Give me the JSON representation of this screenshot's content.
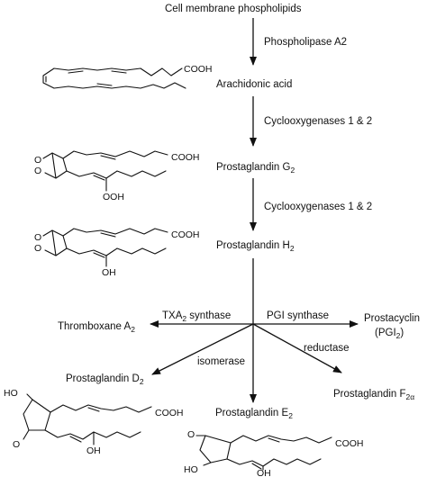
{
  "top": {
    "phospholipids": "Cell membrane phospholipids"
  },
  "steps": {
    "enzyme1": "Phospholipase A2",
    "enzyme2": "Cyclooxygenases 1 & 2",
    "enzyme3": "Cyclooxygenases 1 & 2"
  },
  "compounds": {
    "arachidonic_acid": "Arachidonic acid",
    "pgg2": {
      "text": "Prostaglandin G",
      "sub": "2"
    },
    "pgh2": {
      "text": "Prostaglandin H",
      "sub": "2"
    },
    "txa2": {
      "text": "Thromboxane A",
      "sub": "2"
    },
    "prostacyclin": {
      "line1": "Prostacyclin",
      "line2_pre": "(PGI",
      "line2_sub": "2",
      "line2_post": ")"
    },
    "pgd2": {
      "text": "Prostaglandin D",
      "sub": "2"
    },
    "pge2": {
      "text": "Prostaglandin E",
      "sub": "2"
    },
    "pgf2a": {
      "text": "Prostaglandin F",
      "sub": "2α"
    }
  },
  "branch_enzymes": {
    "txa2_synthase": {
      "pre": "TXA",
      "sub": "2",
      "post": " synthase"
    },
    "pgi_synthase": "PGI synthase",
    "isomerase": "isomerase",
    "reductase": "reductase"
  },
  "atoms": {
    "cooh": "COOH",
    "ooh": "OOH",
    "oh": "OH",
    "ho": "HO",
    "o": "O"
  },
  "colors": {
    "ink": "#111111",
    "background": "#ffffff"
  }
}
